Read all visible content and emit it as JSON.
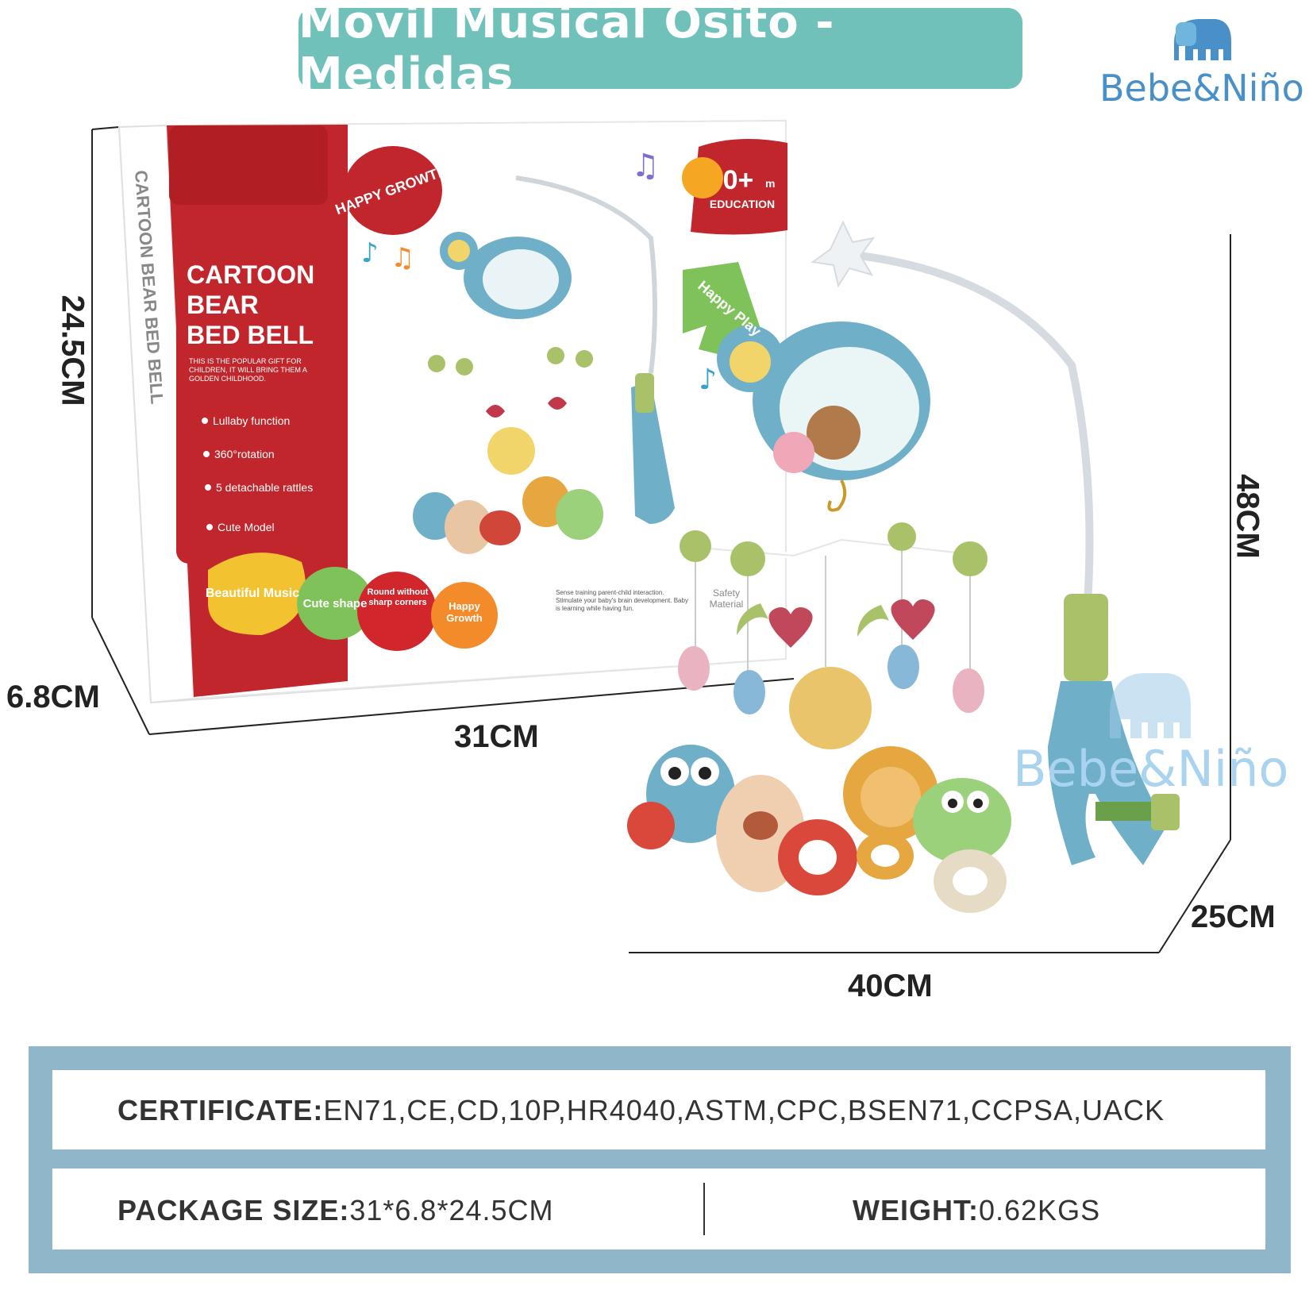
{
  "header": {
    "title": "Movil Musical Osito - Medidas",
    "brand": "Bebe&Niño",
    "brand_icon": "elephant-icon",
    "watermark": "Bebe&Niño"
  },
  "colors": {
    "title_bg": "#6fc1b9",
    "brand": "#4a90c8",
    "box_red": "#c0262c",
    "panel_border": "#8fb6c9",
    "product_blue": "#6fb0c8",
    "product_green": "#a9c26a"
  },
  "dimensions": {
    "box_height": "24.5CM",
    "box_depth": "6.8CM",
    "box_width": "31CM",
    "product_height": "48CM",
    "product_depth": "25CM",
    "product_width": "40CM"
  },
  "package": {
    "headline_1": "CARTOON",
    "headline_2": "BEAR",
    "headline_3": "BED BELL",
    "side_text": "CARTOON BEAR BED BELL",
    "intro": "THIS IS THE POPULAR GIFT FOR CHILDREN, IT WILL BRING THEM A GOLDEN CHILDHOOD.",
    "features": [
      "Lullaby function",
      "360°rotation",
      "5 detachable rattles",
      "Cute Model"
    ],
    "sticker_happy": "HAPPY GROWTH",
    "sticker_age": "0+",
    "sticker_age_unit": "m",
    "sticker_education": "EDUCATION",
    "arrow_text": "Happy Play",
    "bubbles": [
      "Beautiful Music",
      "Cute shape",
      "Round without sharp corners",
      "Happy Growth"
    ],
    "blurb": "Sense training parent-child interaction. Stimulate your baby's brain development. Baby is learning while having fun.",
    "badge": "Safety Material"
  },
  "specs": {
    "certificate_label": "CERTIFICATE:",
    "certificate_value": "EN71,CE,CD,10P,HR4040,ASTM,CPC,BSEN71,CCPSA,UACK",
    "package_label": "PACKAGE SIZE:",
    "package_value": "31*6.8*24.5CM",
    "weight_label": "WEIGHT:",
    "weight_value": "0.62KGS"
  }
}
